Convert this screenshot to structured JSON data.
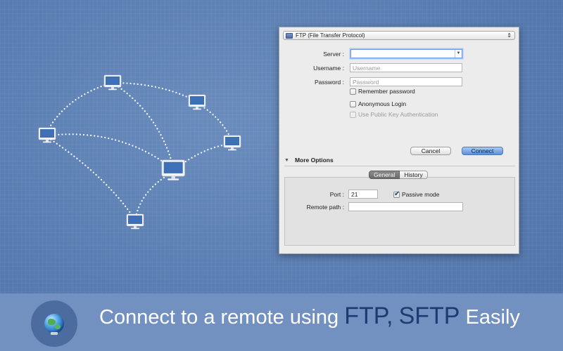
{
  "dialog": {
    "protocol": "FTP (File Transfer Protocol)",
    "server": {
      "label": "Server :",
      "value": ""
    },
    "username": {
      "label": "Username :",
      "placeholder": "Username"
    },
    "password": {
      "label": "Password :",
      "placeholder": "Password"
    },
    "remember_password": {
      "label": "Remember password",
      "checked": false
    },
    "anonymous_login": {
      "label": "Anonymous Login",
      "checked": false
    },
    "public_key_auth": {
      "label": "Use Public Key Authentication",
      "checked": false,
      "enabled": false
    },
    "cancel_label": "Cancel",
    "connect_label": "Connect",
    "more_options_label": "More Options",
    "tabs": [
      {
        "label": "General",
        "active": true
      },
      {
        "label": "History",
        "active": false
      }
    ],
    "port": {
      "label": "Port :",
      "value": "21"
    },
    "passive_mode": {
      "label": "Passive mode",
      "checked": true
    },
    "remote_path": {
      "label": "Remote path :",
      "value": ""
    }
  },
  "banner": {
    "text_1": "Connect to a remote using",
    "text_ftp": "FTP,",
    "text_sftp": "SFTP",
    "text_easily": "Easily"
  },
  "network": {
    "nodes": [
      {
        "id": "n1"
      },
      {
        "id": "n2"
      },
      {
        "id": "n3"
      },
      {
        "id": "n4"
      },
      {
        "id": "n5"
      },
      {
        "id": "n6"
      }
    ]
  },
  "colors": {
    "background": "#5b7eb1",
    "banner": "#7290c0",
    "emphasis_text": "#1e3a70",
    "connect_button": "#5d90d9"
  }
}
